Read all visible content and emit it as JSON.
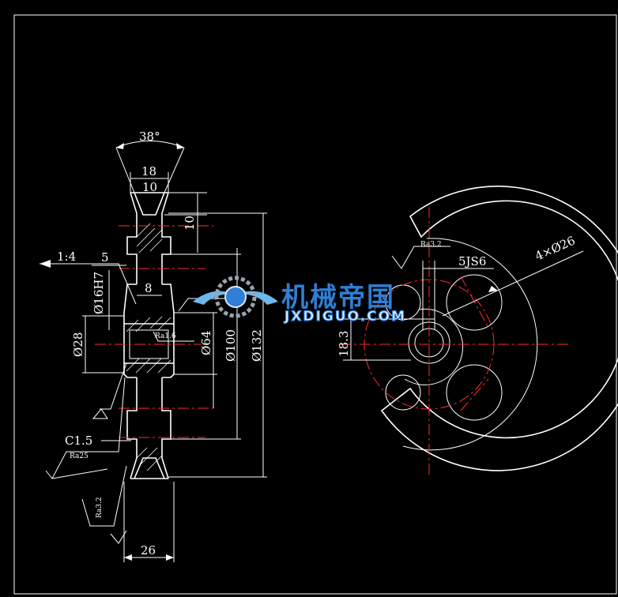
{
  "drawing": {
    "background": "#000000",
    "line_color": "#ffffff",
    "centerline_color": "#ff2a2a"
  },
  "dimensions": {
    "angle": "38°",
    "top_width": "18",
    "groove_width": "10",
    "groove_depth": "10",
    "taper": "1:4",
    "hub_step": "5",
    "web_width": "8",
    "bore_fit": "Ø16H7",
    "hub_dia": "Ø28",
    "web_dia": "Ø64",
    "rim_inner_dia": "Ø100",
    "outer_dia": "Ø132",
    "chamfer": "C1.5",
    "total_width": "26",
    "keyway_width": "5JS6",
    "key_depth": "18.3",
    "holes": "4×Ø26"
  },
  "roughness": {
    "bore": "Ra1.6",
    "face": "Ra25",
    "rim": "Ra3.2",
    "keyway": "Ra3.2"
  },
  "watermark": {
    "cn": "机械帝国",
    "en": "JXDIGUO.COM",
    "brand_color": "#2f7fd6"
  }
}
